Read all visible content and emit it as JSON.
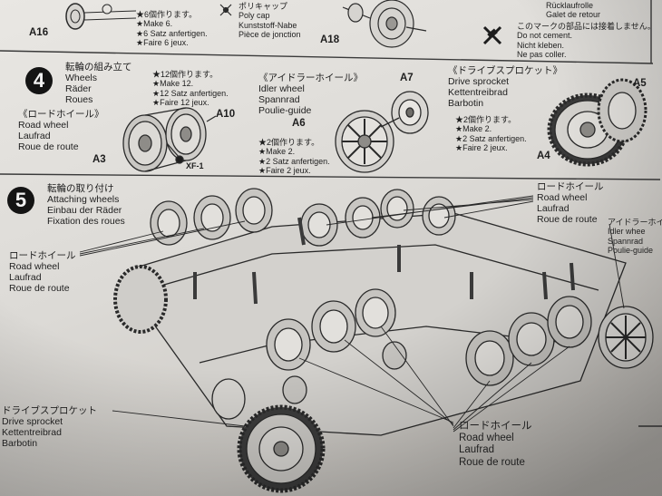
{
  "top": {
    "a16": "A16",
    "a18": "A18",
    "make6": [
      "★6個作ります。",
      "★Make 6.",
      "★6 Satz anfertigen.",
      "★Faire 6 jeux."
    ],
    "polycap": [
      "ポリキャップ",
      "Poly cap",
      "Kunststoff-Nabe",
      "Pièce de jonction"
    ],
    "return_roller": [
      "Rücklaufrolle",
      "Galet de retour"
    ],
    "no_cement": [
      "このマークの部品には接着しません。",
      "Do not cement.",
      "Nicht kleben.",
      "Ne pas coller."
    ]
  },
  "step4": {
    "number": "4",
    "title": [
      "転輪の組み立て",
      "Wheels",
      "Räder",
      "Roues"
    ],
    "make12": [
      "★12個作ります。",
      "★Make 12.",
      "★12 Satz anfertigen.",
      "★Faire 12 jeux."
    ],
    "road_wheel": [
      "《ロードホイール》",
      "Road wheel",
      "Laufrad",
      "Roue de route"
    ],
    "parts": {
      "a10": "A10",
      "a3": "A3",
      "xf1": "XF-1",
      "a6": "A6",
      "a7": "A7",
      "a4": "A4",
      "a5": "A5"
    },
    "idler": [
      "《アイドラーホイール》",
      "Idler wheel",
      "Spannrad",
      "Poulie-guide"
    ],
    "make2_idler": [
      "★2個作ります。",
      "★Make 2.",
      "★2 Satz anfertigen.",
      "★Faire 2 jeux."
    ],
    "sprocket": [
      "《ドライブスプロケット》",
      "Drive sprocket",
      "Kettentreibrad",
      "Barbotin"
    ],
    "make2_sprocket": [
      "★2個作ります。",
      "★Make 2.",
      "★2 Satz anfertigen.",
      "★Faire 2 jeux."
    ]
  },
  "step5": {
    "number": "5",
    "title": [
      "転輪の取り付け",
      "Attaching wheels",
      "Einbau der Räder",
      "Fixation des roues"
    ],
    "road_wheel_left": [
      "ロードホイール",
      "Road wheel",
      "Laufrad",
      "Roue de route"
    ],
    "road_wheel_topright": [
      "ロードホイール",
      "Road wheel",
      "Laufrad",
      "Roue de route"
    ],
    "idler_right": [
      "アイドラーホイ",
      "Idler whee",
      "Spannrad",
      "Poulie-guide"
    ],
    "sprocket_bottom": [
      "ドライブスプロケット",
      "Drive sprocket",
      "Kettentreibrad",
      "Barbotin"
    ],
    "road_wheel_bottom": [
      "ロードホイール",
      "Road wheel",
      "Laufrad",
      "Roue de route"
    ]
  }
}
